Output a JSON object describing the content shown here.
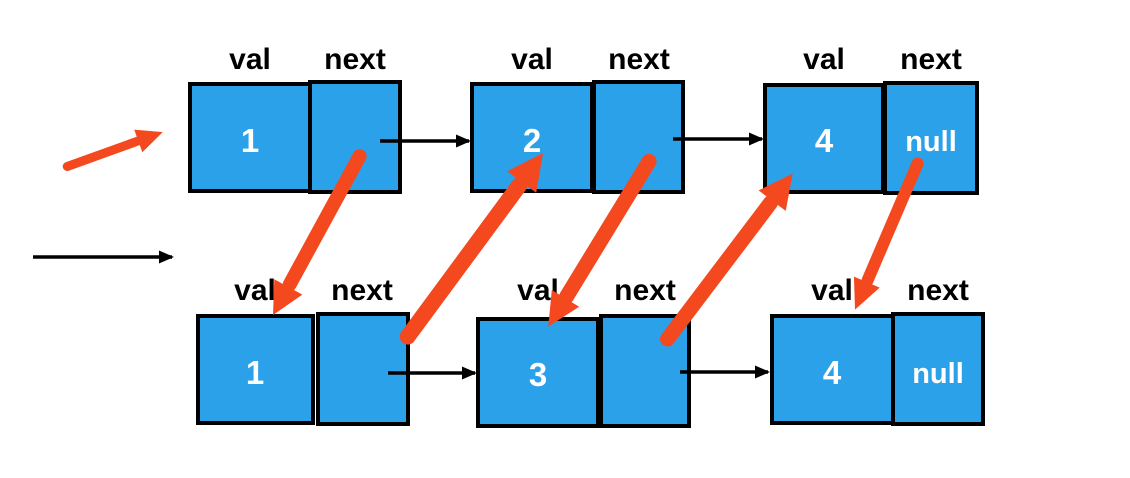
{
  "colors": {
    "background": "#ffffff",
    "node_fill": "#2BA1EA",
    "node_border": "#000000",
    "black_arrow": "#000000",
    "red_arrow": "#F4481F",
    "value_text": "#ffffff",
    "label_text": "#000000"
  },
  "labels": {
    "val": "val",
    "next": "next"
  },
  "lists": {
    "top": {
      "nodes": [
        {
          "val": "1",
          "next": ""
        },
        {
          "val": "2",
          "next": ""
        },
        {
          "val": "4",
          "next": "null"
        }
      ]
    },
    "bottom": {
      "nodes": [
        {
          "val": "1",
          "next": ""
        },
        {
          "val": "3",
          "next": ""
        },
        {
          "val": "4",
          "next": "null"
        }
      ]
    }
  },
  "connections": {
    "black_next_pointers": [
      "entry-pointer (left, lower)",
      "top.node1.next -> top.node2",
      "top.node2.next -> top.node4",
      "bottom.node1.next -> bottom.node3",
      "bottom.node3.next -> bottom.node4"
    ],
    "red_merge_arrows": [
      "entry -> top.node1",
      "top.node1.next -> bottom.node1.val",
      "bottom.node1.next -> top.node2.val",
      "top.node2.next -> bottom.node3.val",
      "bottom.node3.next -> top.node4.val",
      "top.node4.null -> bottom.node4.val"
    ]
  }
}
